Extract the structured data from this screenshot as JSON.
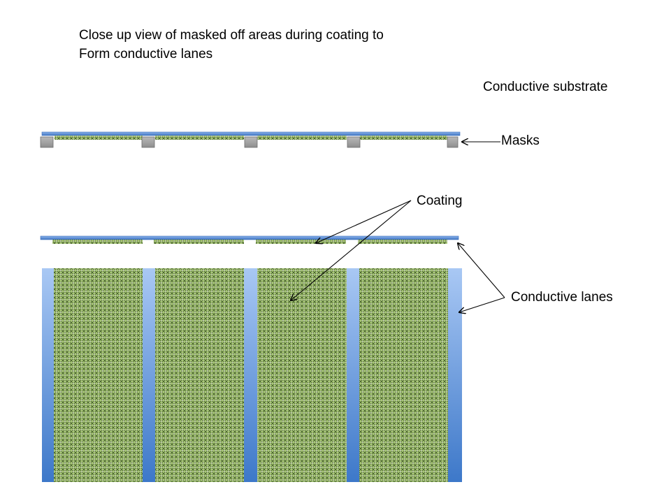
{
  "title": {
    "line1": "Close up view of masked off areas during coating to",
    "line2": "Form conductive lanes"
  },
  "labels": {
    "substrate": "Conductive substrate",
    "masks": "Masks",
    "coating": "Coating",
    "lanes": "Conductive lanes"
  },
  "colors": {
    "substrate_blue": "#5b8fd4",
    "substrate_edge": "#3a6db8",
    "lane_top": "#a9c8f4",
    "lane_bottom": "#3d78c9",
    "coating_green": "#a9c77a",
    "coating_dot": "#3f5a24",
    "mask_gray": "#a6a6a6",
    "mask_edge": "#6d6d6d"
  }
}
